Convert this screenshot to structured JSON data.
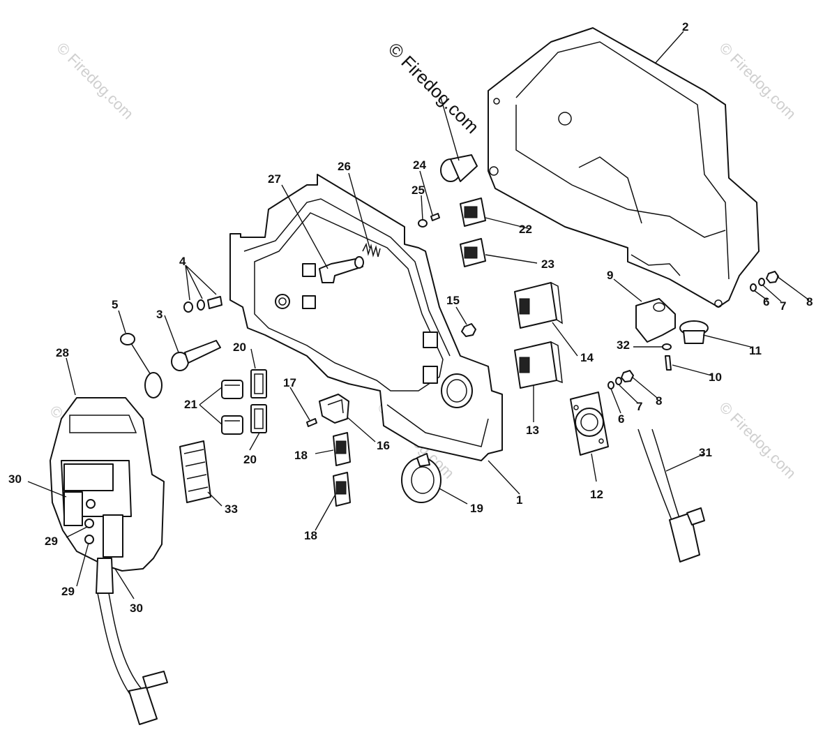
{
  "watermark": {
    "main": "© Firedog.com",
    "faint": "© Firedog.com"
  },
  "callouts": [
    "1",
    "2",
    "3",
    "4",
    "5",
    "6",
    "6",
    "7",
    "7",
    "8",
    "8",
    "9",
    "10",
    "11",
    "12",
    "13",
    "14",
    "15",
    "16",
    "17",
    "18",
    "18",
    "19",
    "20",
    "20",
    "21",
    "22",
    "23",
    "24",
    "25",
    "26",
    "27",
    "28",
    "29",
    "29",
    "30",
    "30",
    "31",
    "32",
    "33"
  ],
  "labels": {
    "p1": "1",
    "p2": "2",
    "p3": "3",
    "p4": "4",
    "p5": "5",
    "p6a": "6",
    "p6b": "6",
    "p7a": "7",
    "p7b": "7",
    "p8a": "8",
    "p8b": "8",
    "p9": "9",
    "p10": "10",
    "p11": "11",
    "p12": "12",
    "p13": "13",
    "p14": "14",
    "p15": "15",
    "p16": "16",
    "p17": "17",
    "p18a": "18",
    "p18b": "18",
    "p19": "19",
    "p20a": "20",
    "p20b": "20",
    "p21": "21",
    "p22": "22",
    "p23": "23",
    "p24": "24",
    "p25": "25",
    "p26": "26",
    "p27": "27",
    "p28": "28",
    "p29a": "29",
    "p29b": "29",
    "p30a": "30",
    "p30b": "30",
    "p31": "31",
    "p32": "32",
    "p33": "33"
  }
}
